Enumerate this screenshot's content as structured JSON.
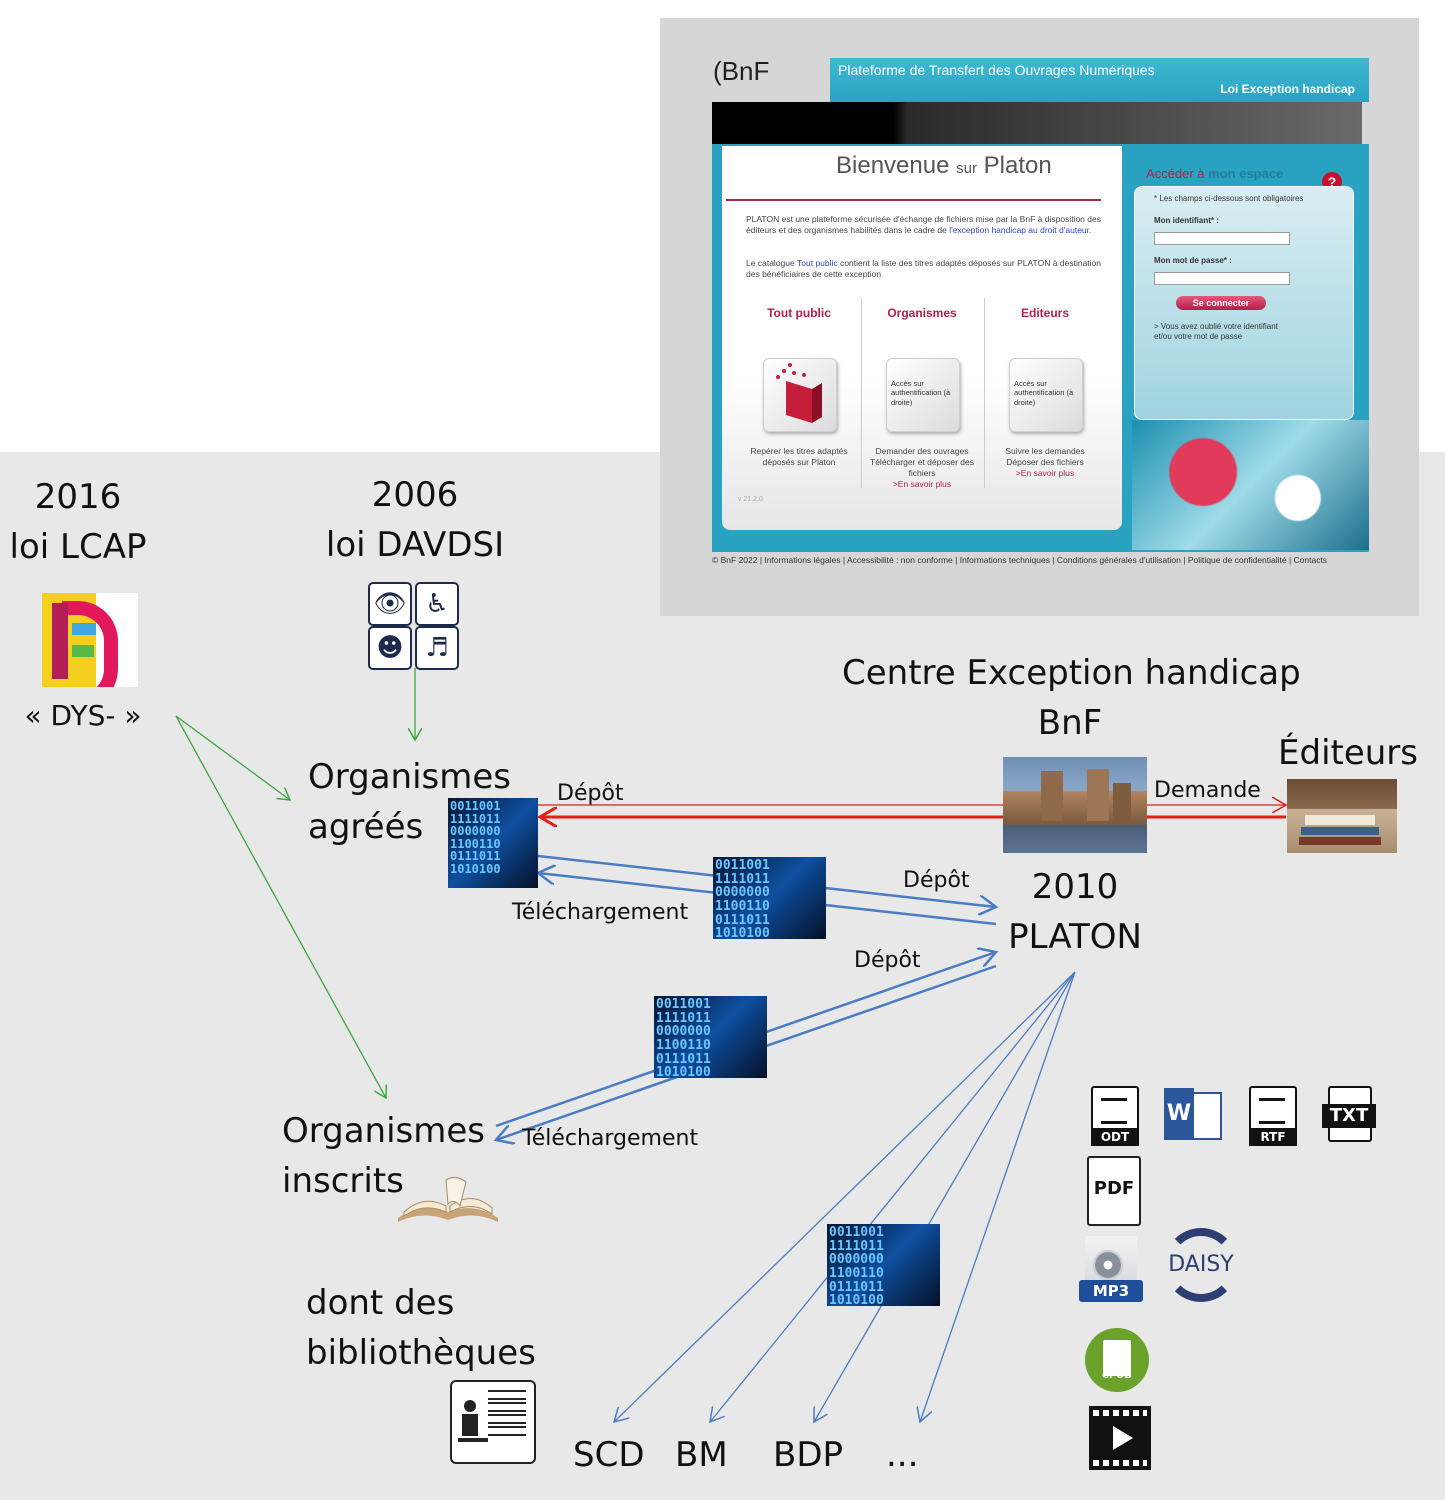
{
  "screenshot": {
    "logo": "(BnF",
    "platform_title": "Plateforme de Transfert des Ouvrages Numériques",
    "platform_subtitle": "Loi Exception handicap",
    "welcome_main": "Bienvenue",
    "welcome_small": "sur",
    "welcome_end": "Platon",
    "intro_p1_a": "PLATON est une plateforme sécurisée d'échange de fichiers mise par la BnF à disposition des éditeurs et des organismes habilités dans le cadre de ",
    "intro_p1_link": "l'exception handicap au droit d'auteur.",
    "intro_p2_a": "Le catalogue ",
    "intro_p2_link": "Tout public",
    "intro_p2_b": " contient la liste des titres adaptés déposés sur PLATON à destination des bénéficiaires de cette exception",
    "columns": [
      {
        "head": "Tout public",
        "tile": "",
        "text": "Repérer les titres adaptés déposés sur Platon",
        "more": ""
      },
      {
        "head": "Organismes",
        "tile": "Accès sur authentification (à droite)",
        "text": "Demander des ouvrages Télécharger et déposer des fichiers",
        "more": ">En savoir plus"
      },
      {
        "head": "Editeurs",
        "tile": "Accès sur authentification (à droite)",
        "text": "Suivre les demandes Déposer des fichiers",
        "more": ">En savoir plus"
      }
    ],
    "version": "v 21.2.0",
    "login_title_a": "Accéder à",
    "login_title_b": "mon espace",
    "help": "?",
    "required_note": "* Les champs ci-dessous sont obligatoires",
    "id_label": "Mon identifiant* :",
    "pw_label": "Mon mot de passe* :",
    "connect_button": "Se connecter",
    "forgot": "> Vous avez oublié votre identifiant et/ou votre mot de passe",
    "footer": "© BnF 2022 | Informations légales | Accessibilité : non conforme | Informations techniques | Conditions générales d'utilisation | Politique de confidentialité | Contacts"
  },
  "diagram": {
    "lcap_year": "2016",
    "lcap_law": "loi LCAP",
    "dys": "« DYS- »",
    "davdsi_year": "2006",
    "davdsi_law": "loi DAVDSI",
    "centre_line1": "Centre Exception handicap",
    "centre_line2": "BnF",
    "editeurs": "Éditeurs",
    "org_agrees_1": "Organismes",
    "org_agrees_2": "agréés",
    "depot_top": "Dépôt",
    "demande": "Demande",
    "depot_mid": "Dépôt",
    "telechargement_1": "Téléchargement",
    "platon_year": "2010",
    "platon_name": "PLATON",
    "depot_low": "Dépôt",
    "org_inscrits_1": "Organismes",
    "org_inscrits_2": "inscrits",
    "telechargement_2": "Téléchargement",
    "biblio_1": "dont des",
    "biblio_2": "bibliothèques",
    "targets": [
      "SCD",
      "BM",
      "BDP",
      "..."
    ],
    "binary_text": "0011001\n1111011\n0000000\n1100110\n0111011\n1010100",
    "formats": [
      "ODT",
      "W",
      "RTF",
      "TXT",
      "PDF",
      "MP3",
      "DAISY",
      "ePUB"
    ]
  },
  "colors": {
    "green_arrow": "#3aa93a",
    "blue_arrow": "#4a7cc4",
    "red_arrow": "#e0201a",
    "bnf_red": "#b51e4a",
    "cyan": "#2aa3c2"
  }
}
